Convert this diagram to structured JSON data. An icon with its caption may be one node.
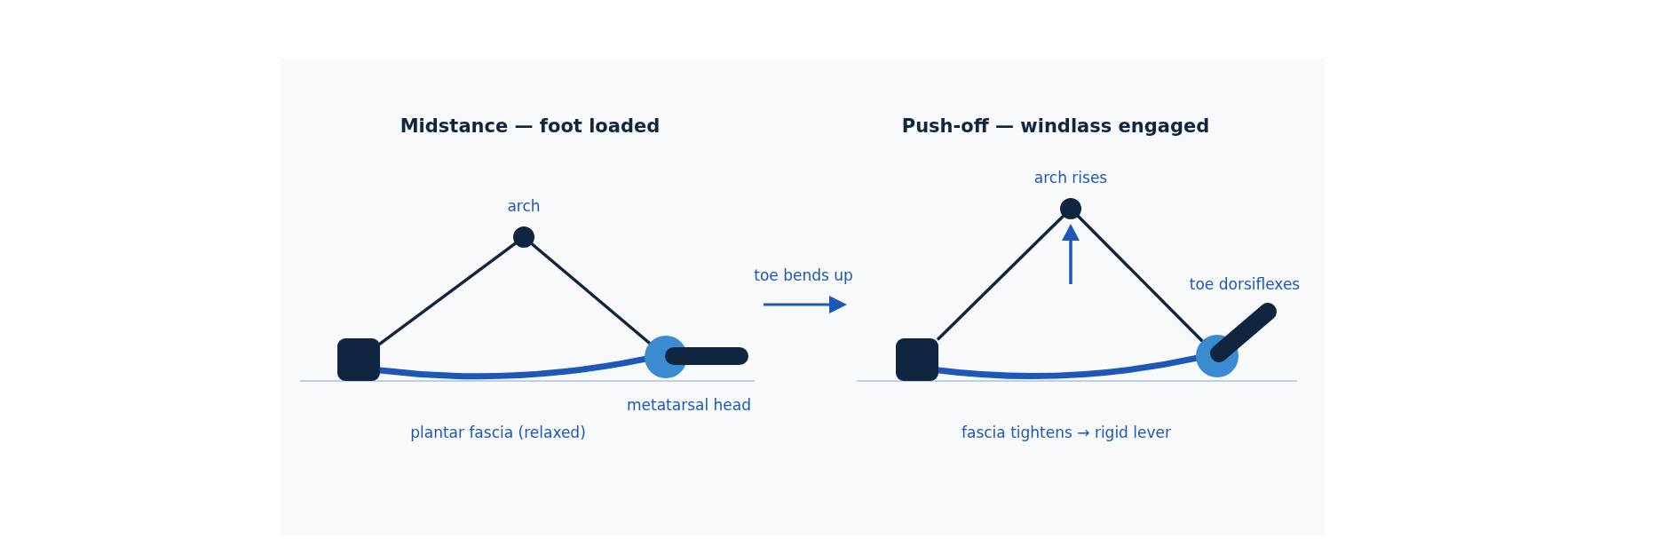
{
  "diagram": {
    "nodes": [
      {
        "text": [],
        "shape": "box"
      },
      {
        "text": [],
        "shape": "circle",
        "beside": [
          "arch"
        ]
      },
      {
        "text": [],
        "shape": "circle",
        "beside": [
          "metatarsal head"
        ]
      },
      {
        "text": [],
        "shape": "bar"
      },
      {
        "text": [],
        "shape": "box"
      },
      {
        "text": [],
        "shape": "circle",
        "beside": [
          "arch rises"
        ]
      },
      {
        "text": [],
        "shape": "circle"
      },
      {
        "text": [],
        "shape": "bar",
        "beside": [
          "toe dorsiflexes"
        ]
      }
    ],
    "edges": [
      {
        "from": 0,
        "to": 1,
        "arrow": "none"
      },
      {
        "from": 1,
        "to": 2,
        "arrow": "none"
      },
      {
        "from": 0,
        "to": 2,
        "arrow": "none",
        "style": "thick",
        "color": "#1d57b8"
      },
      {
        "from": 4,
        "to": 5,
        "arrow": "none"
      },
      {
        "from": 5,
        "to": 6,
        "arrow": "none"
      },
      {
        "from": 4,
        "to": 6,
        "arrow": "none",
        "style": "thick",
        "color": "#1d57b8"
      }
    ],
    "labels": [
      "Midstance — foot loaded",
      "Push-off — windlass engaged",
      "toe bends up",
      "plantar fascia (relaxed)",
      "fascia tightens → rigid lever"
    ]
  }
}
